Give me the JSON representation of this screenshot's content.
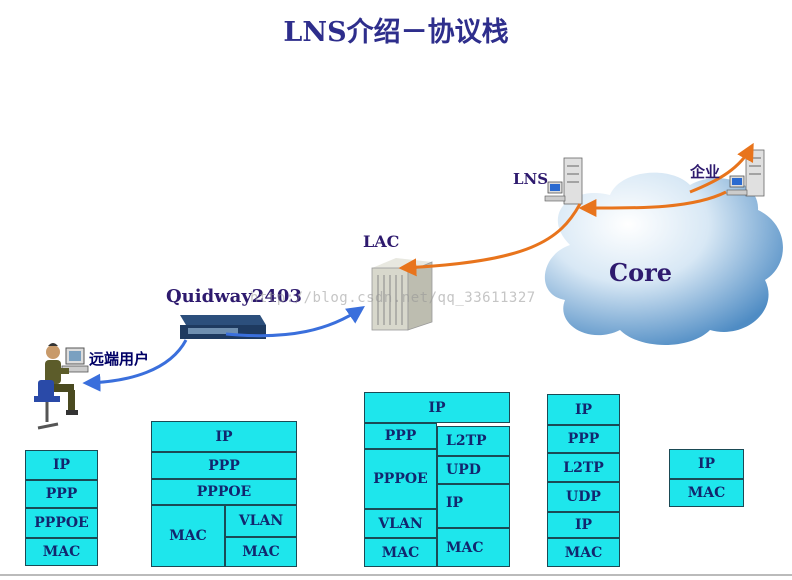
{
  "title": "LNS介绍－协议栈",
  "watermark": "http://blog.csdn.net/qq_33611327",
  "labels": {
    "lns": "LNS",
    "enterprise": "企业",
    "lac": "LAC",
    "core": "Core",
    "quidway": "Quidway2403",
    "remote_user": "远端用户"
  },
  "colors": {
    "cell_fill": "#1ee6ec",
    "blue_arrow": "#3a6fdc",
    "orange_arrow": "#e8741c",
    "cloud_light": "#ffffff",
    "cloud_dark": "#5b93c8"
  },
  "stacks": {
    "user": [
      "IP",
      "PPP",
      "PPPOE",
      "MAC"
    ],
    "quidway": {
      "ip": "IP",
      "ppp": "PPP",
      "pppoe": "PPPOE",
      "mac_left": "MAC",
      "vlan": "VLAN",
      "mac_right": "MAC"
    },
    "lac": {
      "ip": "IP",
      "ppp": "PPP",
      "pppoe": "PPPOE",
      "vlan": "VLAN",
      "mac": "MAC",
      "l2tp": "L2TP",
      "upd": "UPD",
      "ip2": "IP",
      "mac2": "MAC"
    },
    "lns": [
      "IP",
      "PPP",
      "L2TP",
      "UDP",
      "IP",
      "MAC"
    ],
    "enterprise": [
      "IP",
      "MAC"
    ]
  }
}
